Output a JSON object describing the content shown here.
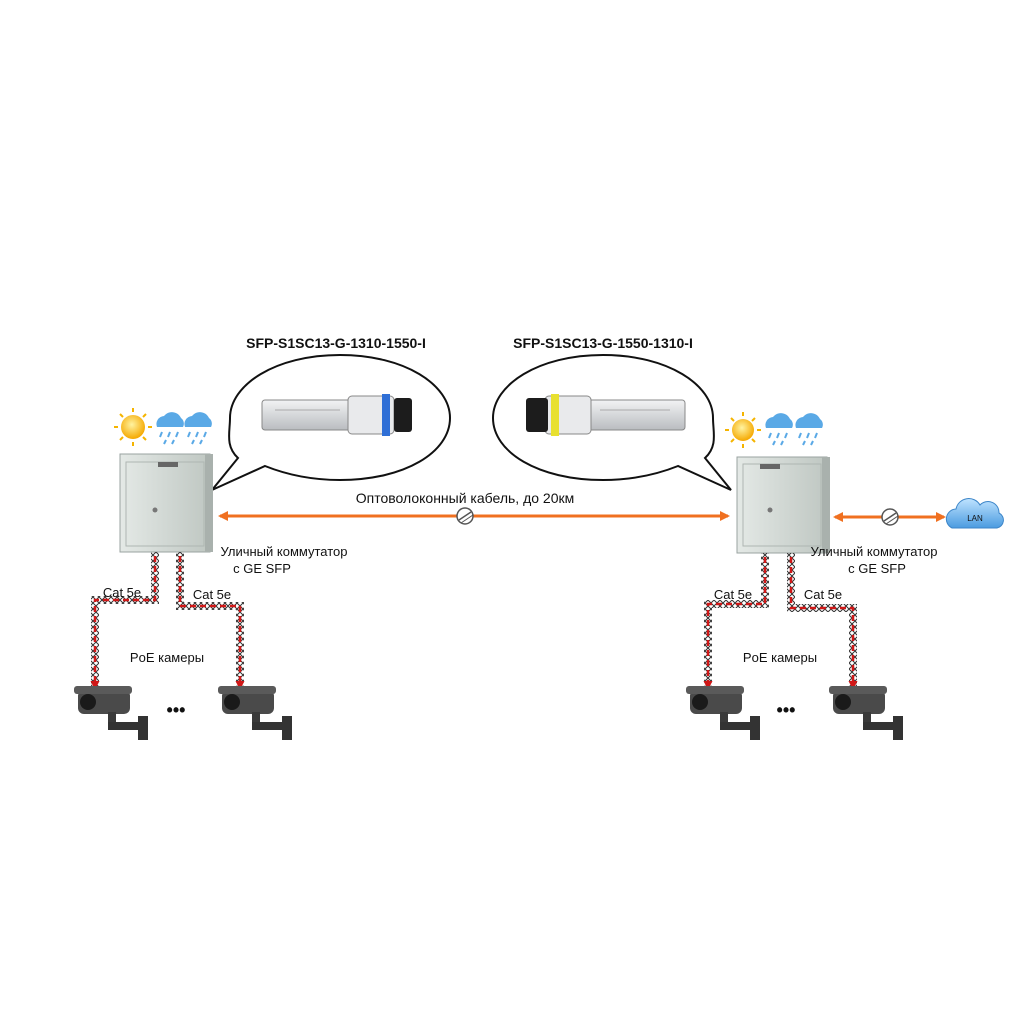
{
  "labels": {
    "sfp_left": "SFP-S1SC13-G-1310-1550-I",
    "sfp_right": "SFP-S1SC13-G-1550-1310-I",
    "fiber_link": "Оптоволоконный кабель, до 20км",
    "switch_left_line1": "Уличный коммутатор",
    "switch_left_line2": "с GE SFP",
    "switch_right_line1": "Уличный коммутатор",
    "switch_right_line2": "с GE SFP",
    "cable_left_a": "Cat 5e",
    "cable_left_b": "Cat 5e",
    "cable_right_a": "Cat 5e",
    "cable_right_b": "Cat 5e",
    "cameras_left": "PoE камеры",
    "cameras_right": "PoE камеры",
    "lan": "LAN",
    "ellipsis_left": "•••",
    "ellipsis_right": "•••"
  },
  "colors": {
    "link_orange": "#f07020",
    "poe_red": "#d01818",
    "cabinet": "#cfd6d2",
    "camera_body": "#4a4a4a",
    "cloud_blue": "#5aa9e6",
    "sun_yellow": "#ffc20e"
  },
  "icons": [
    "sun-icon",
    "rain-cloud-icon",
    "cabinet-icon",
    "sfp-module-icon",
    "camera-icon",
    "lan-cloud-icon",
    "splice-icon"
  ]
}
